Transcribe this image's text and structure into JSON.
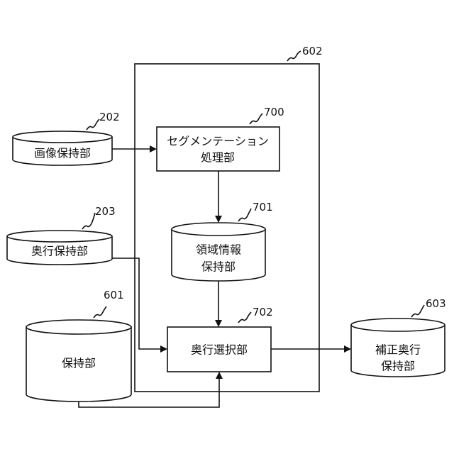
{
  "refs": {
    "r602": "602",
    "r202": "202",
    "r700": "700",
    "r203": "203",
    "r701": "701",
    "r601": "601",
    "r702": "702",
    "r603": "603"
  },
  "labels": {
    "image_store": "画像保持部",
    "depth_store": "奥行保持部",
    "store": "保持部",
    "segmentation_line1": "セグメンテーション",
    "segmentation_line2": "処理部",
    "region_line1": "領域情報",
    "region_line2": "保持部",
    "depth_select": "奥行選択部",
    "corrected_line1": "補正奥行",
    "corrected_line2": "保持部"
  }
}
